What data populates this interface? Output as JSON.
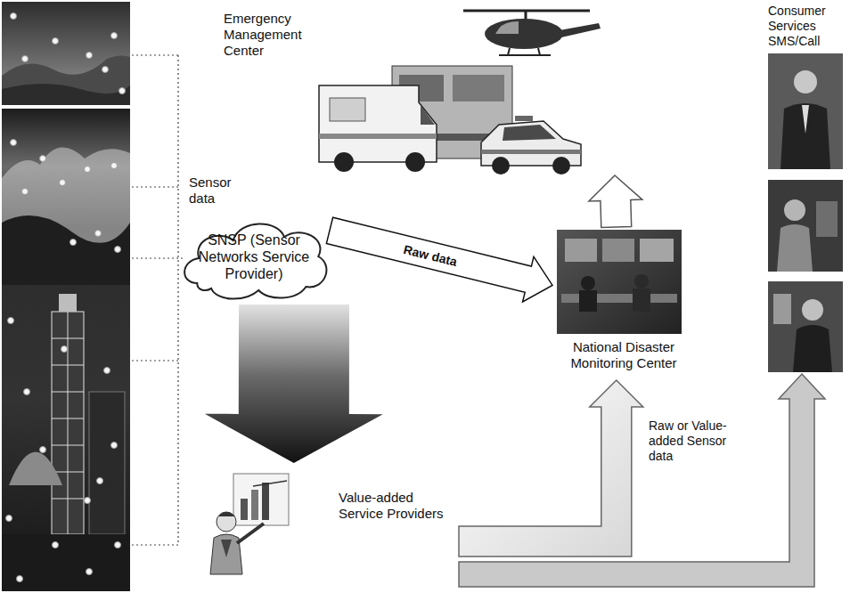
{
  "diagram": {
    "nodes": [
      {
        "text": [
          "SNSP (Sensor Networks Service Provider)"
        ]
      },
      {
        "text": [
          "Emergency Management Center"
        ]
      },
      {
        "text": [
          "National Disaster Monitoring Center"
        ]
      },
      {
        "text": [
          "Consumer Services SMS/Call"
        ]
      },
      {
        "text": [
          "Value-added Service Providers"
        ]
      }
    ],
    "edges": [
      {
        "from": 0,
        "to": 2,
        "label": "Raw data",
        "arrow": "to"
      },
      {
        "from": 0,
        "to": 4,
        "arrow": "to"
      },
      {
        "from": 2,
        "to": 1,
        "arrow": "to"
      },
      {
        "from": 4,
        "to": 2,
        "arrow": "to"
      },
      {
        "from": 4,
        "to": 3,
        "label": "Raw or Value-added Sensor data",
        "arrow": "to"
      }
    ],
    "labels": [
      "Sensor data"
    ]
  }
}
